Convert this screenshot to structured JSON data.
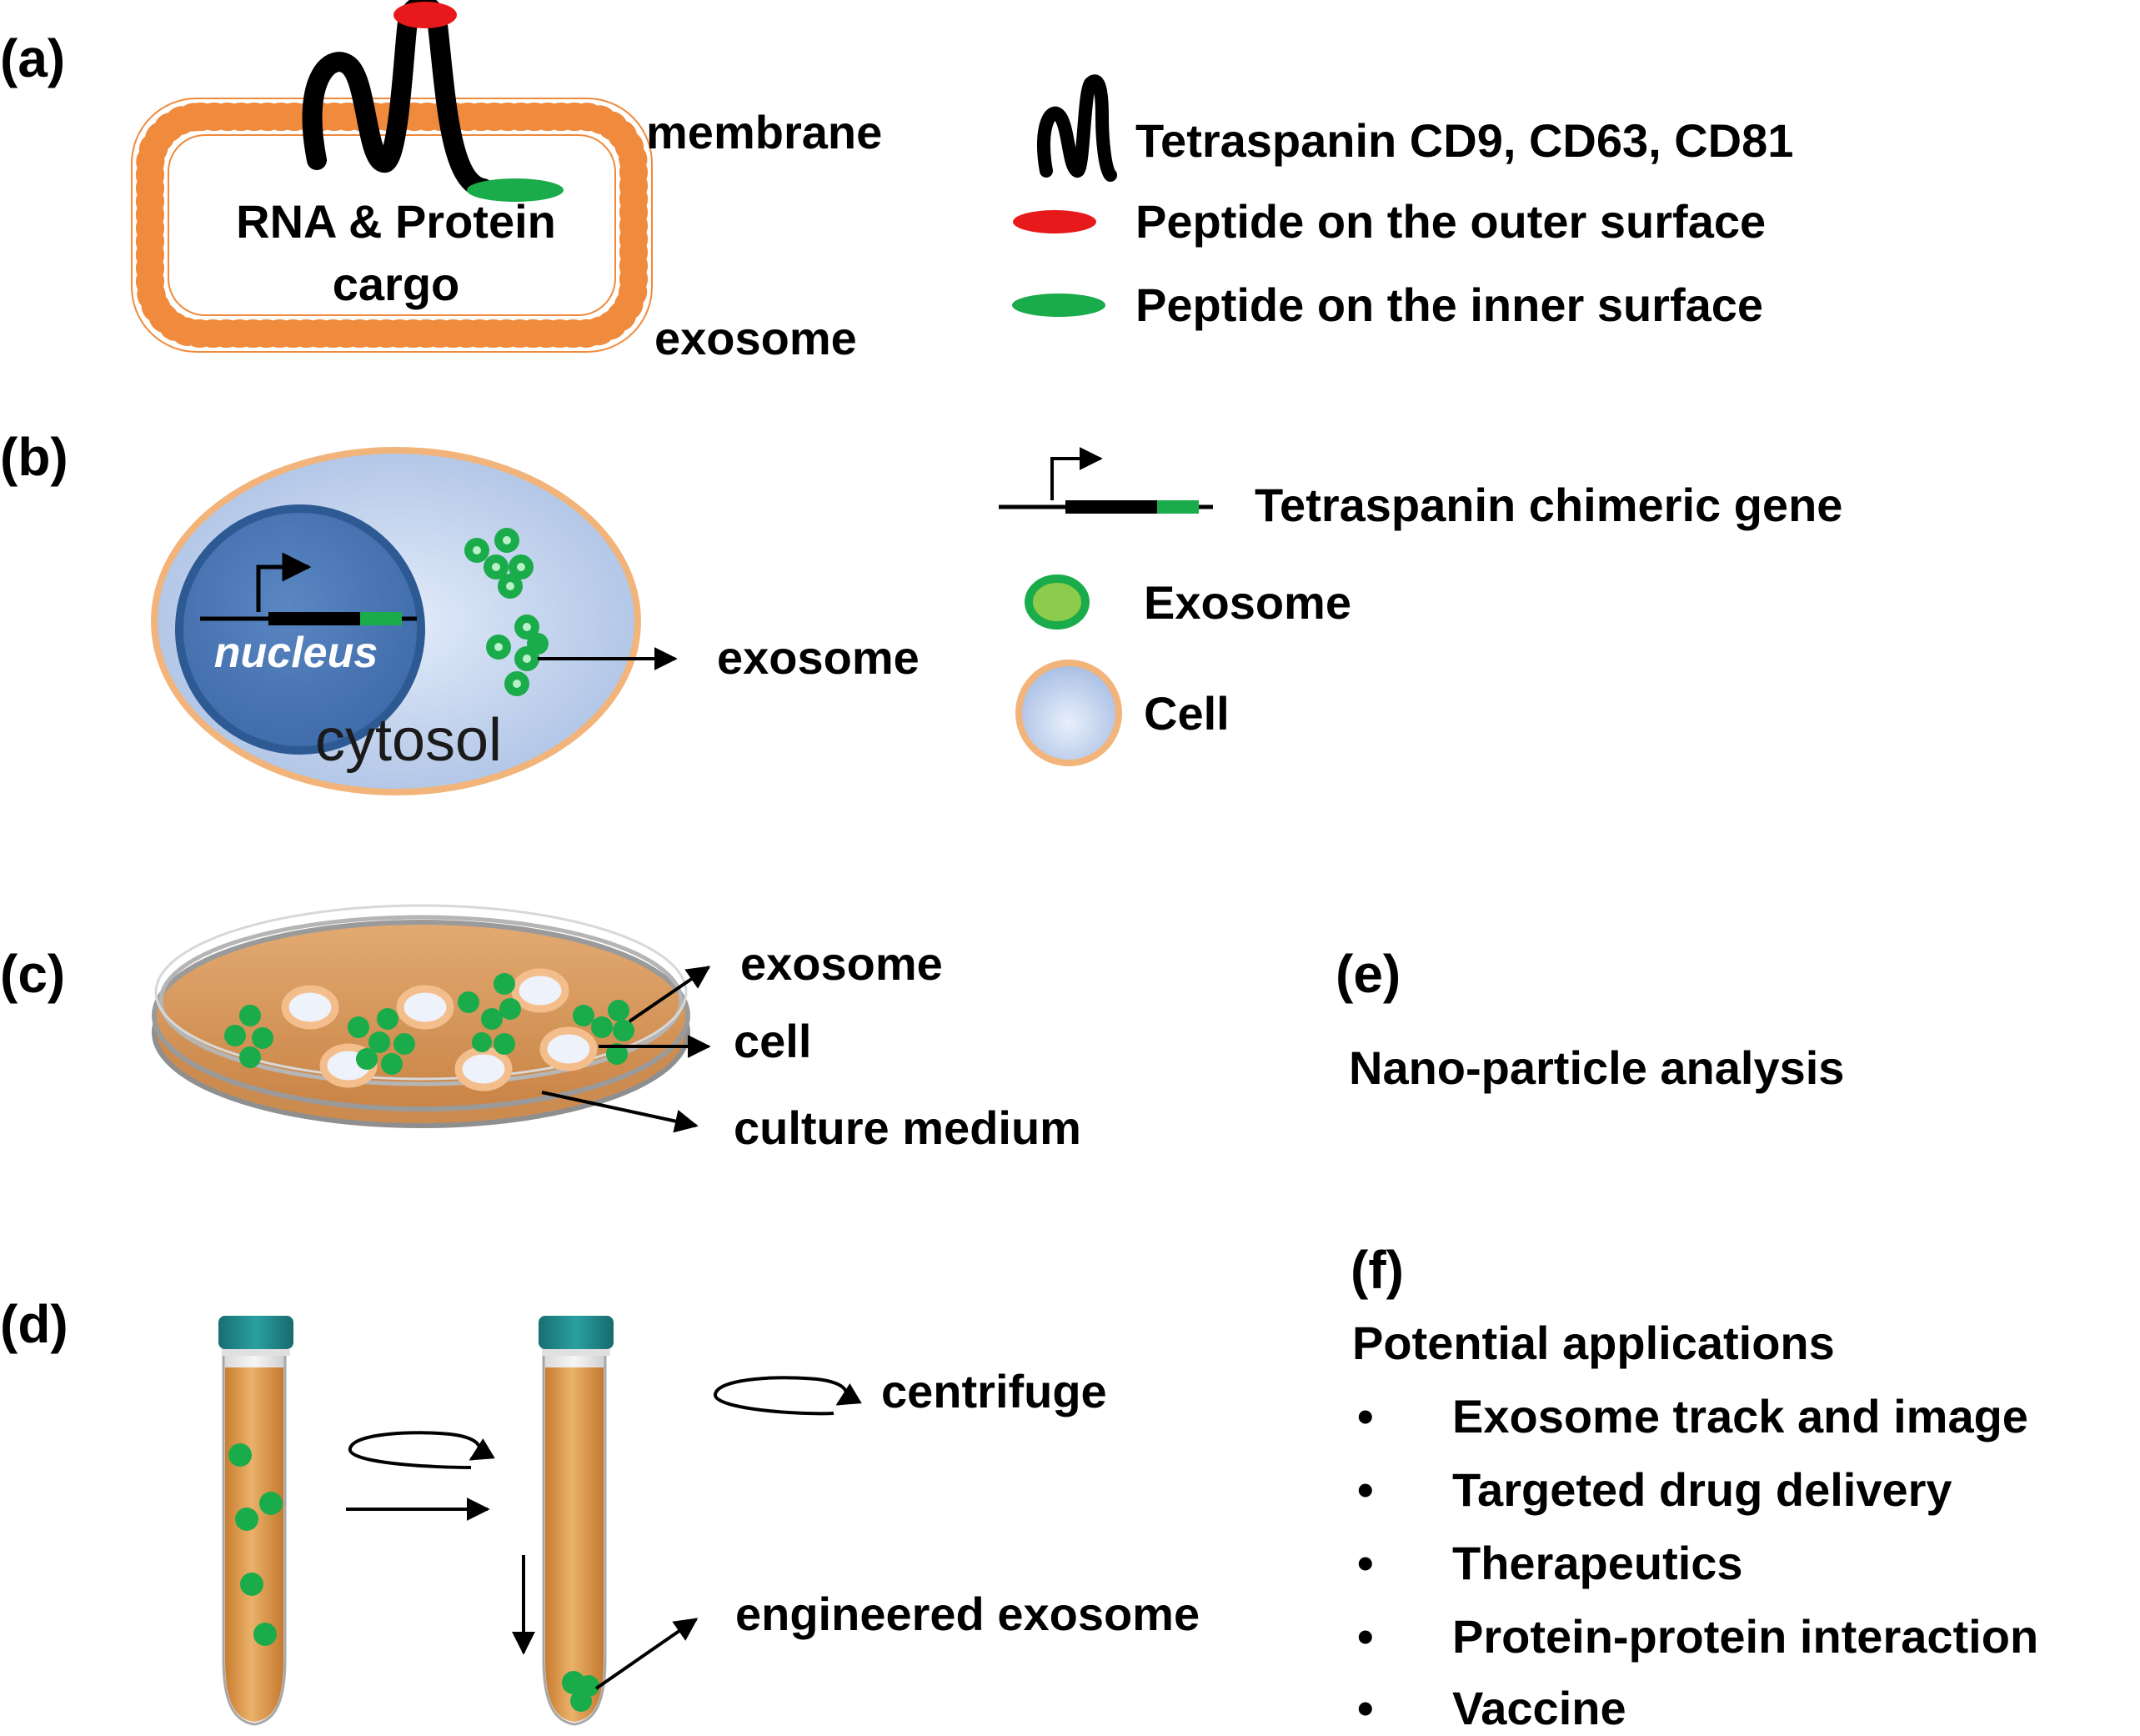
{
  "panels": {
    "a": "(a)",
    "b": "(b)",
    "c": "(c)",
    "d": "(d)",
    "e": "(e)",
    "f": "(f)"
  },
  "a": {
    "membrane": "membrane",
    "exosome": "exosome",
    "cargo_line1": "RNA & Protein",
    "cargo_line2": "cargo",
    "legend": [
      "Tetraspanin CD9, CD63, CD81",
      "Peptide on the outer surface",
      "Peptide on the inner surface"
    ]
  },
  "b": {
    "nucleus": "nucleus",
    "cytosol": "cytosol",
    "exosome": "exosome",
    "legend": [
      "Tetraspanin chimeric gene",
      "Exosome",
      "Cell"
    ]
  },
  "c": {
    "exosome": "exosome",
    "cell": "cell",
    "culture_medium": "culture medium"
  },
  "d": {
    "centrifuge": "centrifuge",
    "engineered_exosome": "engineered exosome"
  },
  "e": {
    "text": "Nano-particle analysis"
  },
  "f": {
    "heading": "Potential applications",
    "items": [
      "Exosome track and image",
      "Targeted drug delivery",
      "Therapeutics",
      "Protein-protein interaction",
      "Vaccine"
    ]
  },
  "colors": {
    "membrane": "#f08a3c",
    "tetraspanin": "#000000",
    "outer_peptide": "#e8191a",
    "inner_peptide": "#1aab4a",
    "cell_fill": "#b8cbe8",
    "cell_border": "#f2b47a",
    "nucleus_fill": "#4a74b0",
    "exosome_green": "#1aab4a",
    "dish_medium": "#d79a5e",
    "tube_liquid": "#dc9a4a",
    "tube_cap": "#1f8a8a"
  }
}
